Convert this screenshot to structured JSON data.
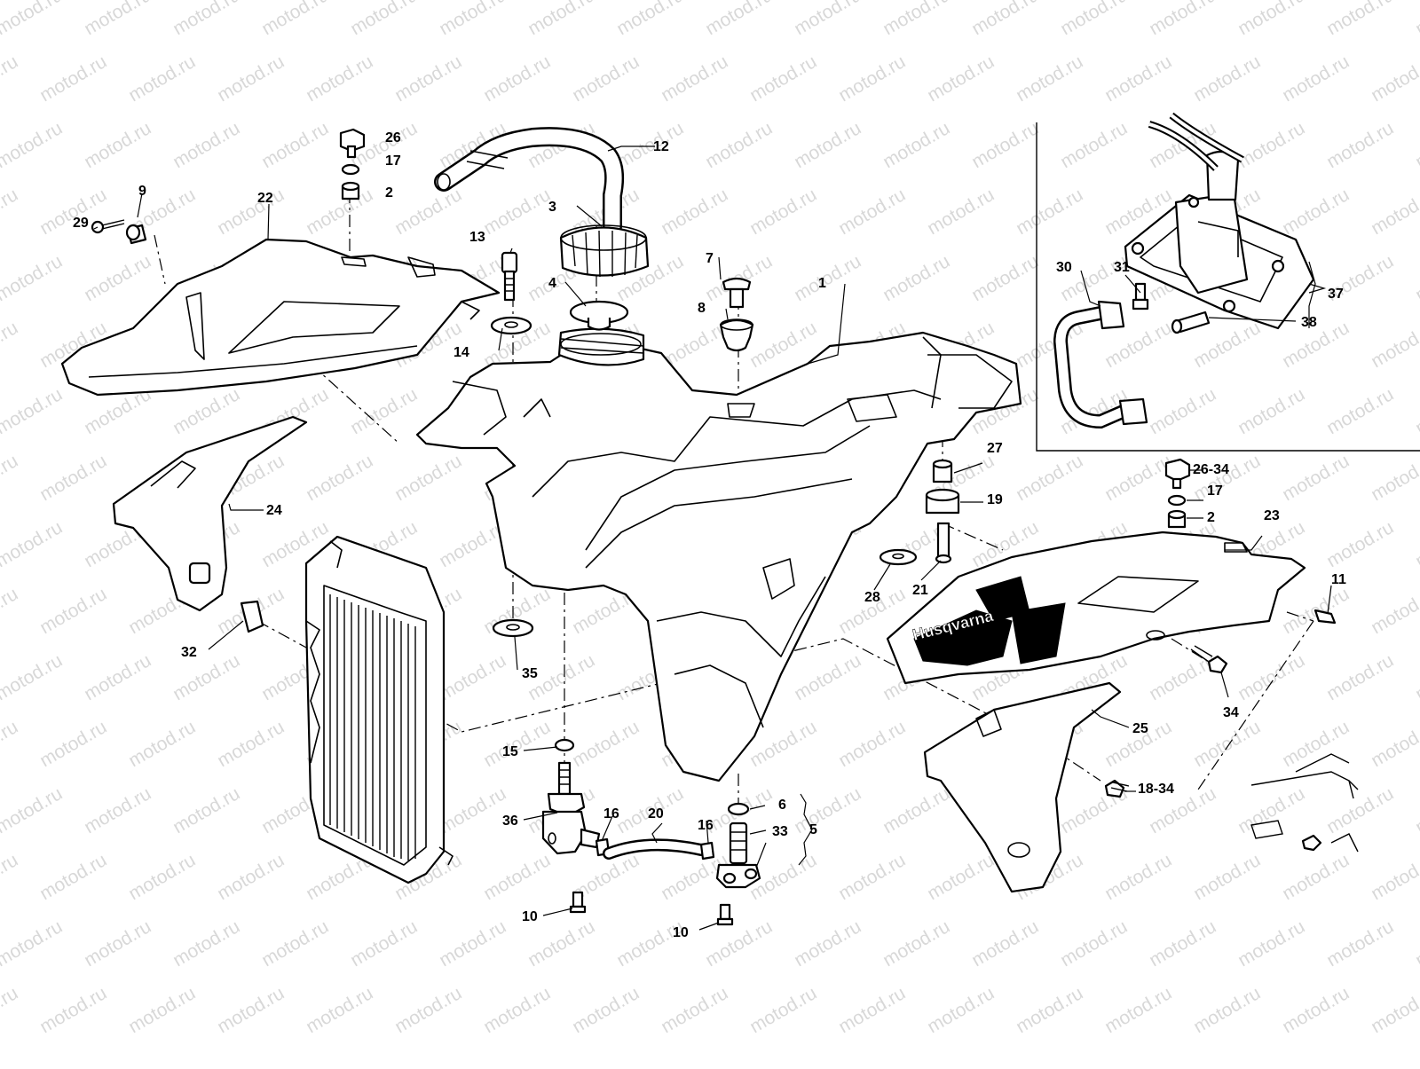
{
  "watermark": "motod.ru",
  "decal_text": "Husqvarna",
  "callouts": {
    "c1": "1",
    "c2a": "2",
    "c2b": "2",
    "c3": "3",
    "c4": "4",
    "c5": "5",
    "c6": "6",
    "c7": "7",
    "c8": "8",
    "c9": "9",
    "c10a": "10",
    "c10b": "10",
    "c11": "11",
    "c12": "12",
    "c13": "13",
    "c14": "14",
    "c15": "15",
    "c16a": "16",
    "c16b": "16",
    "c17a": "17",
    "c17b": "17",
    "c18_34": "18-34",
    "c19": "19",
    "c20": "20",
    "c21": "21",
    "c22": "22",
    "c23": "23",
    "c24": "24",
    "c25": "25",
    "c26": "26",
    "c26_34": "26-34",
    "c27": "27",
    "c28": "28",
    "c29": "29",
    "c30": "30",
    "c31": "31",
    "c32": "32",
    "c33": "33",
    "c34": "34",
    "c35": "35",
    "c36": "36",
    "c37": "37",
    "c38": "38"
  }
}
